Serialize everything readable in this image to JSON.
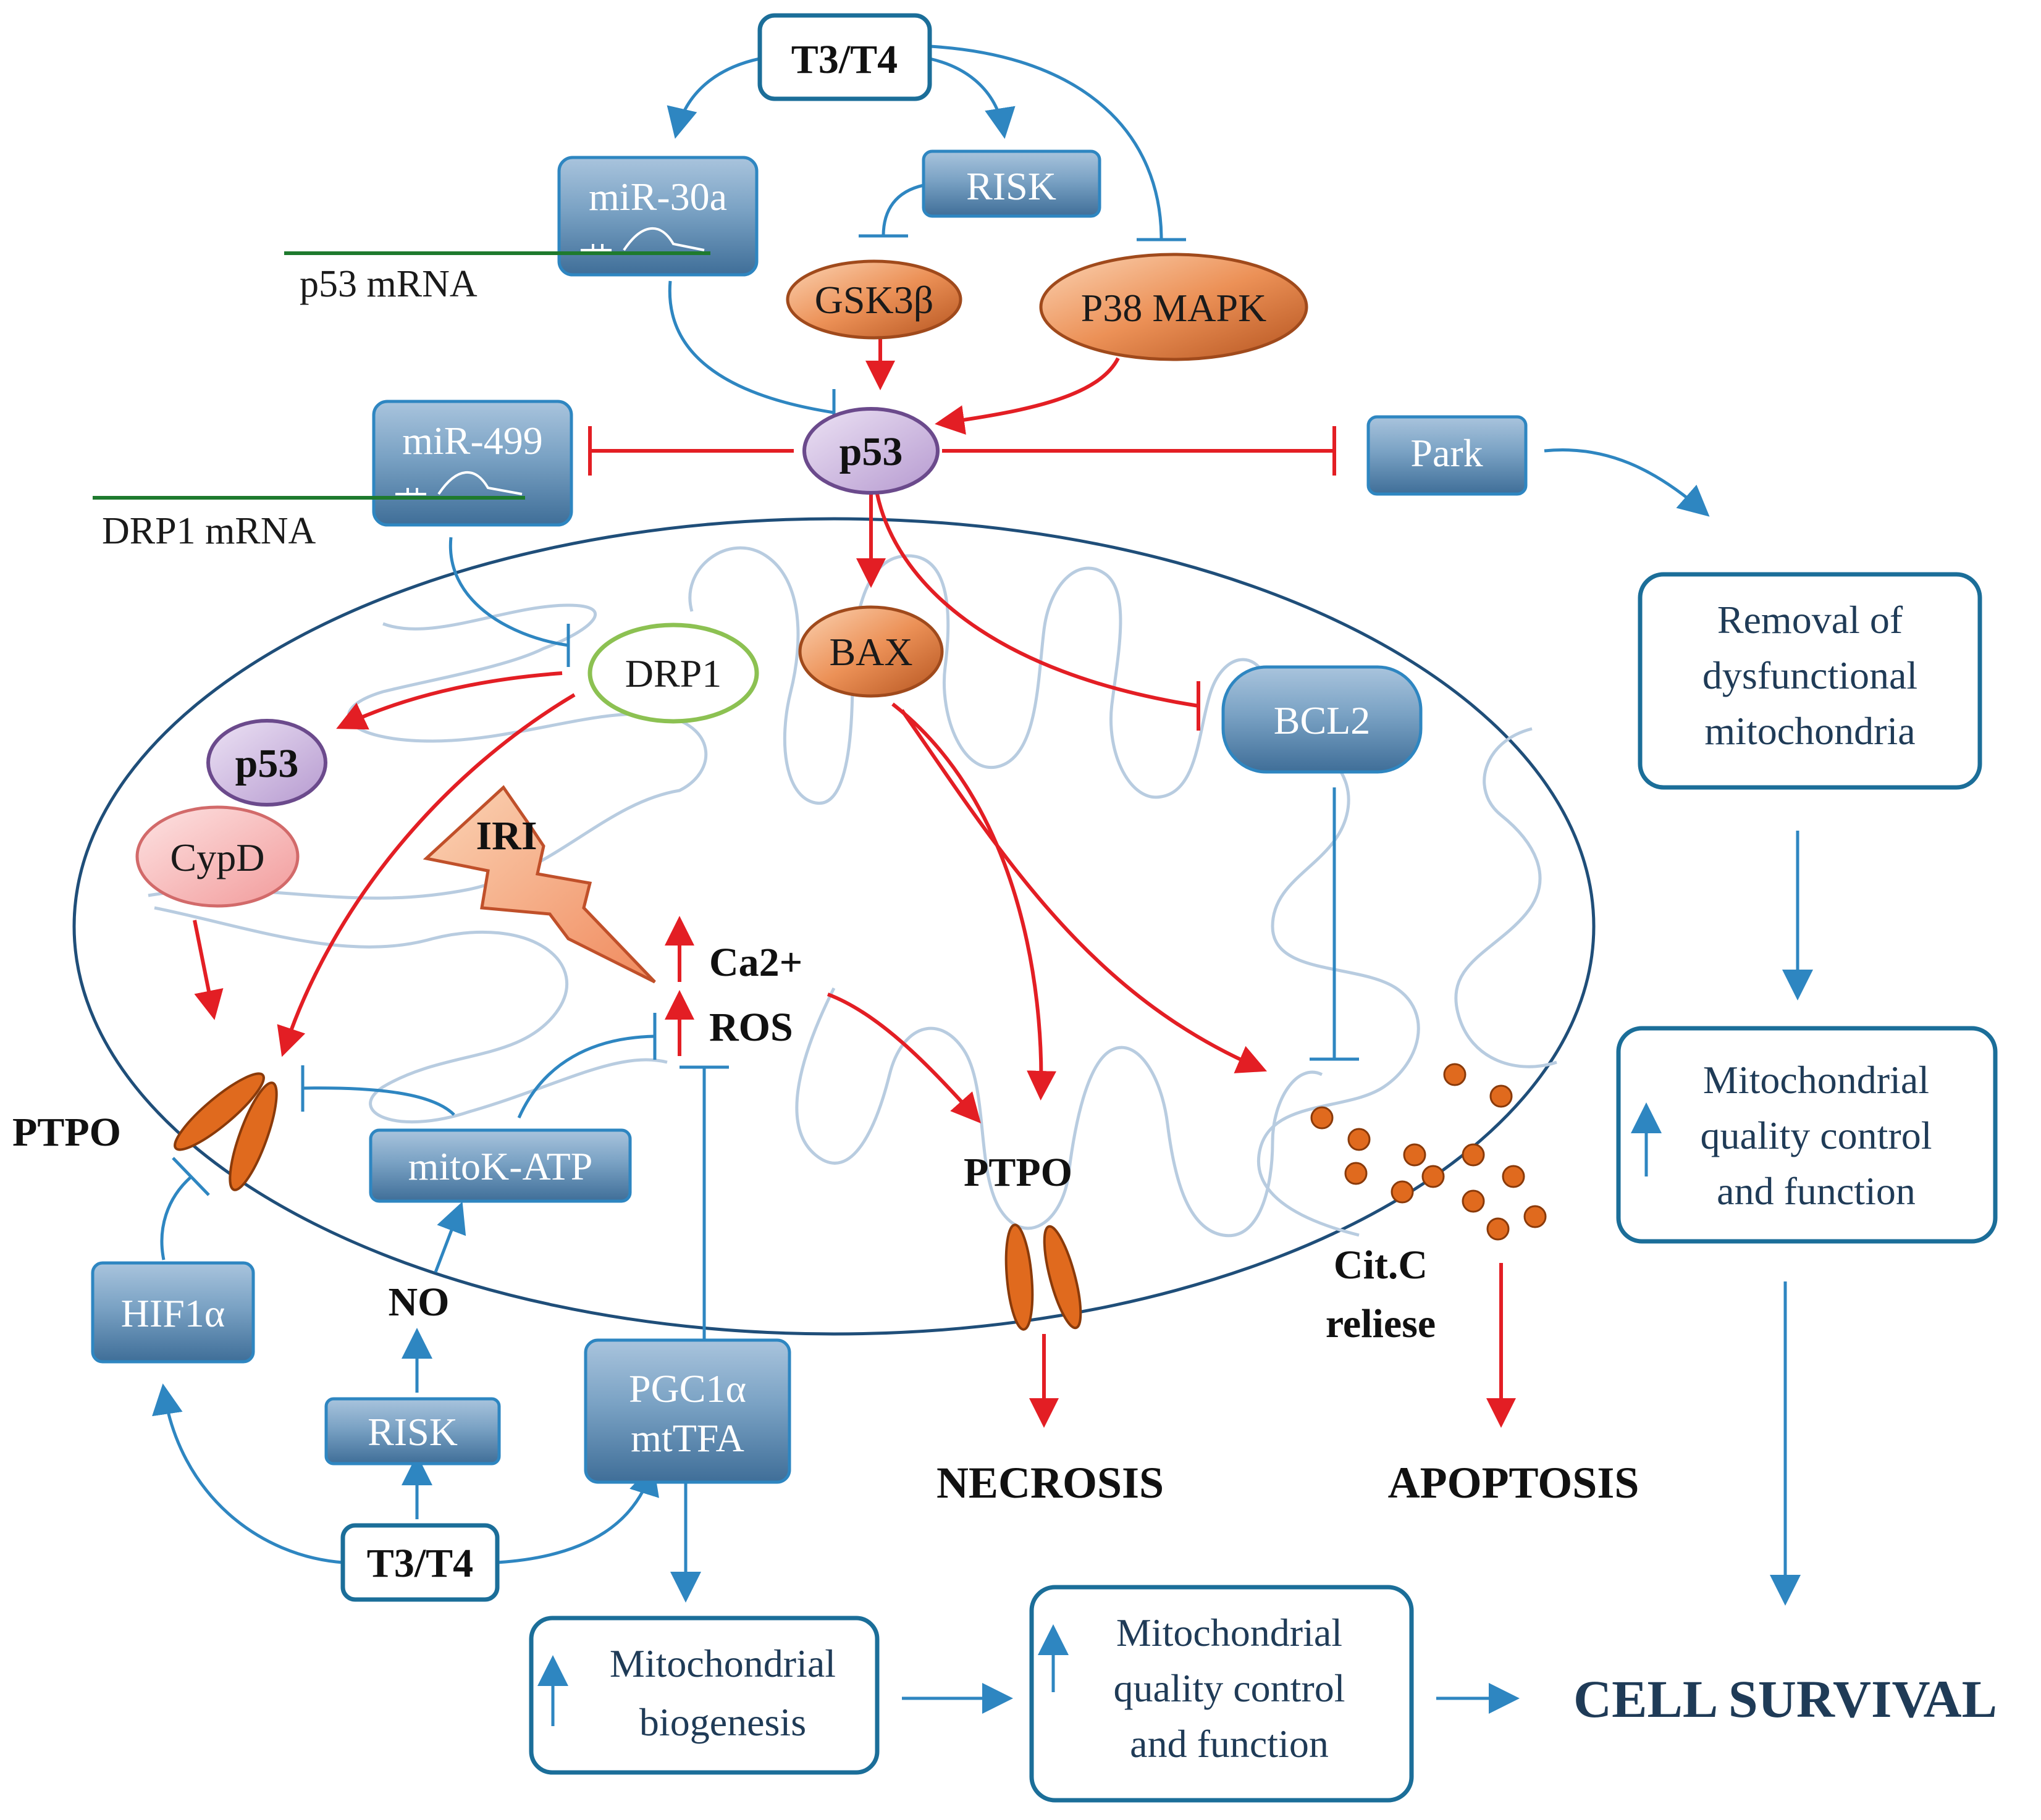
{
  "nodes": {
    "t3t4_top": "T3/T4",
    "mir30a": "miR-30a",
    "p53_mrna": "p53 mRNA",
    "risk_top": "RISK",
    "gsk3b": "GSK3β",
    "p38mapk": "P38 MAPK",
    "p53_main": "p53",
    "mir499": "miR-499",
    "drp1_mrna": "DRP1 mRNA",
    "park": "Park",
    "drp1": "DRP1",
    "bax": "BAX",
    "bcl2": "BCL2",
    "p53_mito": "p53",
    "cypd": "CypD",
    "iri": "IRI",
    "ca2": "Ca2+",
    "ros": "ROS",
    "ptpo_left": "PTPO",
    "ptpo_center": "PTPO",
    "mitok_atp": "mitoK-ATP",
    "hif1a": "HIF1α",
    "no": "NO",
    "risk_bottom": "RISK",
    "pgc1a_line1": "PGC1α",
    "pgc1a_line2": "mtTFA",
    "t3t4_bottom": "T3/T4",
    "citc_line1": "Cit.C",
    "citc_line2": "reliese"
  },
  "outcomes": {
    "necrosis": "NECROSIS",
    "apoptosis": "APOPTOSIS",
    "cell_survival": "CELL SURVIVAL"
  },
  "boxes": {
    "removal": [
      "Removal of",
      "dysfunctional",
      "mitochondria"
    ],
    "quality_right": [
      "Mitochondrial",
      "quality control",
      "and function"
    ],
    "biogenesis": [
      "Mitochondrial",
      "biogenesis"
    ],
    "quality_bottom": [
      "Mitochondrial",
      "quality control",
      "and function"
    ]
  },
  "colors": {
    "blue_arrow": "#2e86c1",
    "red_arrow": "#e31e24",
    "orange_node": "#e07a3a",
    "purple_node": "#c9b3d9",
    "green_node": "#8cc152",
    "pink_node": "#f4a8a8",
    "membrane": "#1f4e79"
  }
}
